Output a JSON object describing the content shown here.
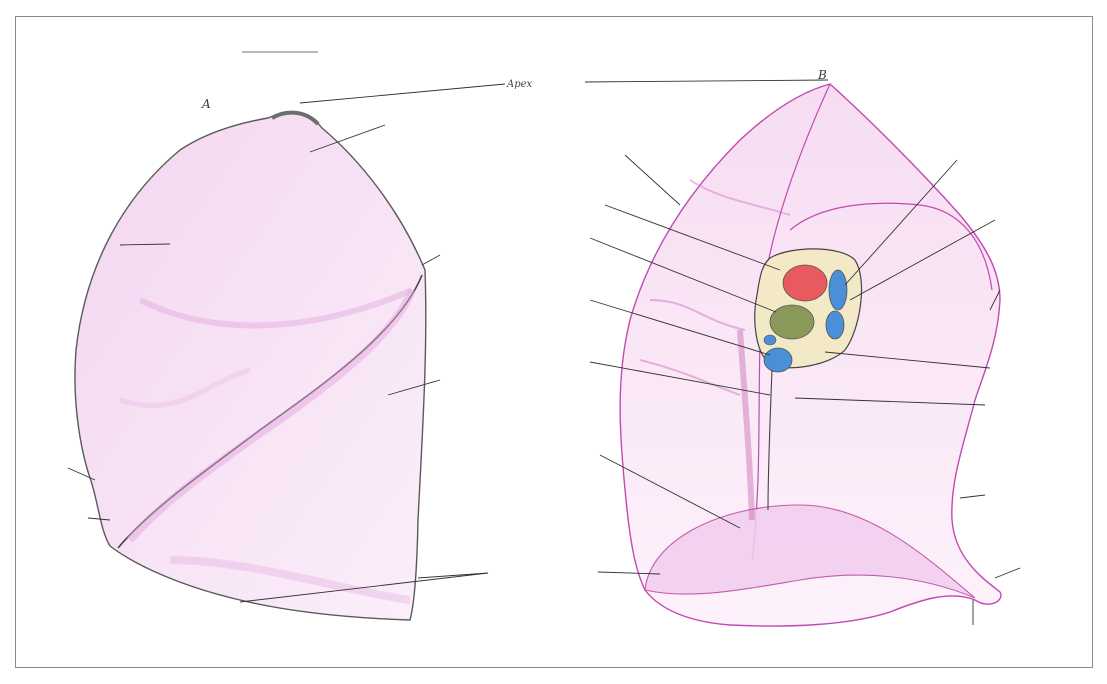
{
  "diagram": {
    "heading": "",
    "view_a_letter": "A",
    "view_b_letter": "B",
    "apex_label": "Apex",
    "labels": {
      "costal_surface": "",
      "groove_first_rib": "",
      "oblique_fissure_top": "",
      "oblique_fissure_side": "",
      "cardiac_notch": "",
      "lingula_a": "",
      "inferior_margin": "",
      "groove_aorta": "",
      "left_pulmonary_artery": "",
      "left_main_bronchus": "",
      "left_inferior_pulmonary_vein": "",
      "pulmonary_ligament": "",
      "diaphragmatic_surface": "",
      "left_superior_pulmonary_vein": "",
      "superior_pulmonary_vein_2": "",
      "cardiac_impression": "",
      "bronchopulmonary_nodes": "",
      "groove_esophagus": "",
      "anterior_border": "",
      "lingula_b": "",
      "oblique_fissure_b": ""
    },
    "colors": {
      "outline": "#5a5a5a",
      "lung_shading": "#d58fd0",
      "artery_red": "#e85a5e",
      "vein_blue": "#4a8fd8",
      "bronchus_green": "#8a9a5a",
      "hilum_fill": "#f4e9c6"
    }
  }
}
